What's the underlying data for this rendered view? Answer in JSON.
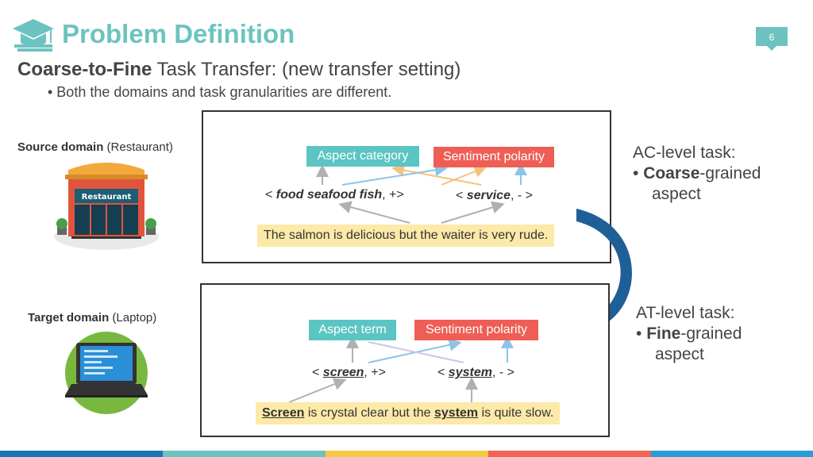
{
  "header": {
    "title": "Problem Definition",
    "page_number": "6"
  },
  "subtitle": {
    "bold": "Coarse-to-Fine",
    "rest": " Task Transfer: (new transfer setting)"
  },
  "bullet": "•   Both the domains and task granularities are different.",
  "source": {
    "label_bold": "Source  domain",
    "label_rest": " (Restaurant)",
    "sign_text": "Restaurant",
    "box_left": "Aspect category",
    "box_right": "Sentiment polarity",
    "tuple_left": {
      "open": "< ",
      "term": "food seafood fish",
      "rest": ", +>"
    },
    "tuple_right": {
      "open": "< ",
      "term": "service",
      "rest": ", - >"
    },
    "sentence": "The salmon is delicious but the waiter is very rude."
  },
  "target": {
    "label_bold": "Target  domain",
    "label_rest": " (Laptop)",
    "box_left": "Aspect term",
    "box_right": "Sentiment polarity",
    "tuple_left": {
      "open": "< ",
      "term": "screen",
      "rest": ", +>"
    },
    "tuple_right": {
      "open": "< ",
      "term": "system",
      "rest": ",  - >"
    },
    "sentence": {
      "w1": "Screen",
      "p1": " is crystal clear but the ",
      "w2": "system",
      "p2": " is quite slow."
    }
  },
  "ac_task": {
    "title": "AC-level task:",
    "bullet": "• ",
    "bold": "Coarse",
    "rest": "-grained",
    "line3": "aspect"
  },
  "at_task": {
    "title": "AT-level task:",
    "bullet": "• ",
    "bold": "Fine",
    "rest": "-grained",
    "line3": "aspect"
  },
  "colors": {
    "title": "#6cc3c0",
    "teal": "#5bc5c3",
    "red": "#ee5e55",
    "highlight": "#fde9a8",
    "orange_arrow": "#f5c27a",
    "blue_arrow": "#8fc4e8",
    "gray_arrow": "#b0b0b0",
    "curve_arrow": "#1f5f97",
    "stripes": [
      "#1a75b7",
      "#6cc3c0",
      "#f6c944",
      "#ef6656",
      "#2a9bd6"
    ]
  },
  "icons": [
    "graduation-cap-icon",
    "restaurant-icon",
    "laptop-icon"
  ]
}
